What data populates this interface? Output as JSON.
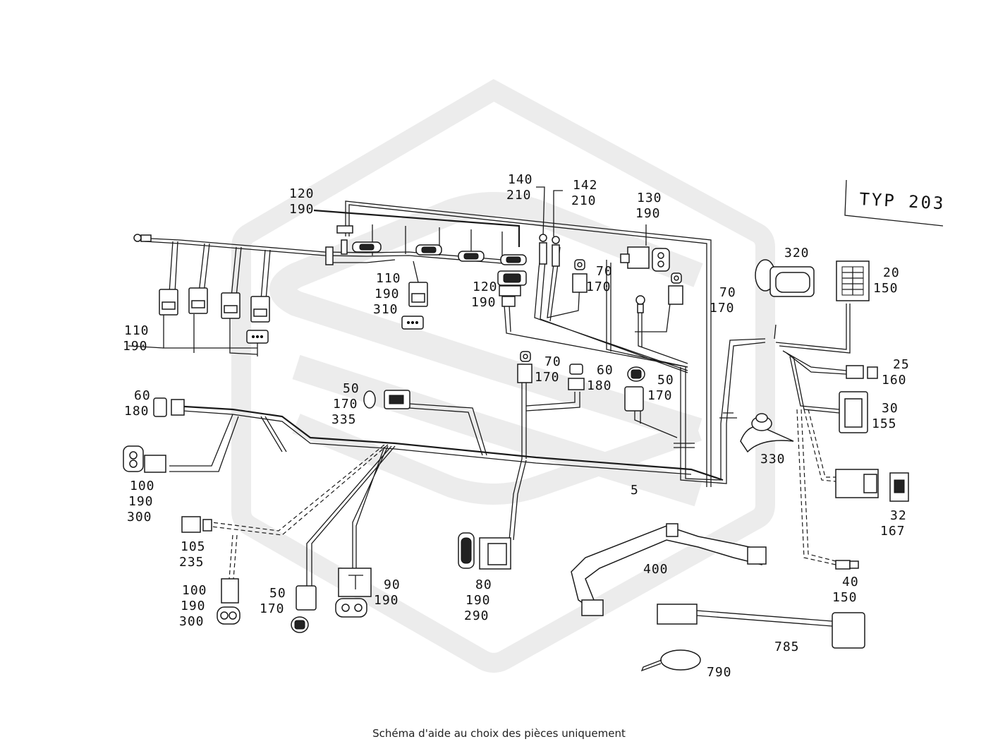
{
  "title": "TYP 203",
  "caption": "Schéma d'aide au choix des pièces uniquement",
  "labels": {
    "l120_190_a_1": "120",
    "l120_190_a_2": "190",
    "l140_210_1": "140",
    "l140_210_2": "210",
    "l142_210_1": "142",
    "l142_210_2": "210",
    "l130_190_1": "130",
    "l130_190_2": "190",
    "l320": "320",
    "l20_150_1": "20",
    "l20_150_2": "150",
    "l110_190_310_1": "110",
    "l110_190_310_2": "190",
    "l110_190_310_3": "310",
    "l120_190_b_1": "120",
    "l120_190_b_2": "190",
    "l70_170_a_1": "70",
    "l70_170_a_2": "170",
    "l70_170_b_1": "70",
    "l70_170_b_2": "170",
    "l110_190_1": "110",
    "l110_190_2": "190",
    "l25_160_1": "25",
    "l25_160_2": "160",
    "l70_170_c_1": "70",
    "l70_170_c_2": "170",
    "l60_180_a_1": "60",
    "l60_180_a_2": "180",
    "l50_170_a_1": "50",
    "l50_170_a_2": "170",
    "l30_155_1": "30",
    "l30_155_2": "155",
    "l60_180_b_1": "60",
    "l60_180_b_2": "180",
    "l50_170_335_1": "50",
    "l50_170_335_2": "170",
    "l50_170_335_3": "335",
    "l330": "330",
    "l5": "5",
    "l100_190_300_a_1": "100",
    "l100_190_300_a_2": "190",
    "l100_190_300_a_3": "300",
    "l32_167_1": "32",
    "l32_167_2": "167",
    "l105_235_1": "105",
    "l105_235_2": "235",
    "l400": "400",
    "l80_190_290_1": "80",
    "l80_190_290_2": "190",
    "l80_190_290_3": "290",
    "l40_150_1": "40",
    "l40_150_2": "150",
    "l90_190_1": "90",
    "l90_190_2": "190",
    "l100_190_300_b_1": "100",
    "l100_190_300_b_2": "190",
    "l100_190_300_b_3": "300",
    "l50_170_b_1": "50",
    "l50_170_b_2": "170",
    "l785": "785",
    "l790": "790"
  }
}
